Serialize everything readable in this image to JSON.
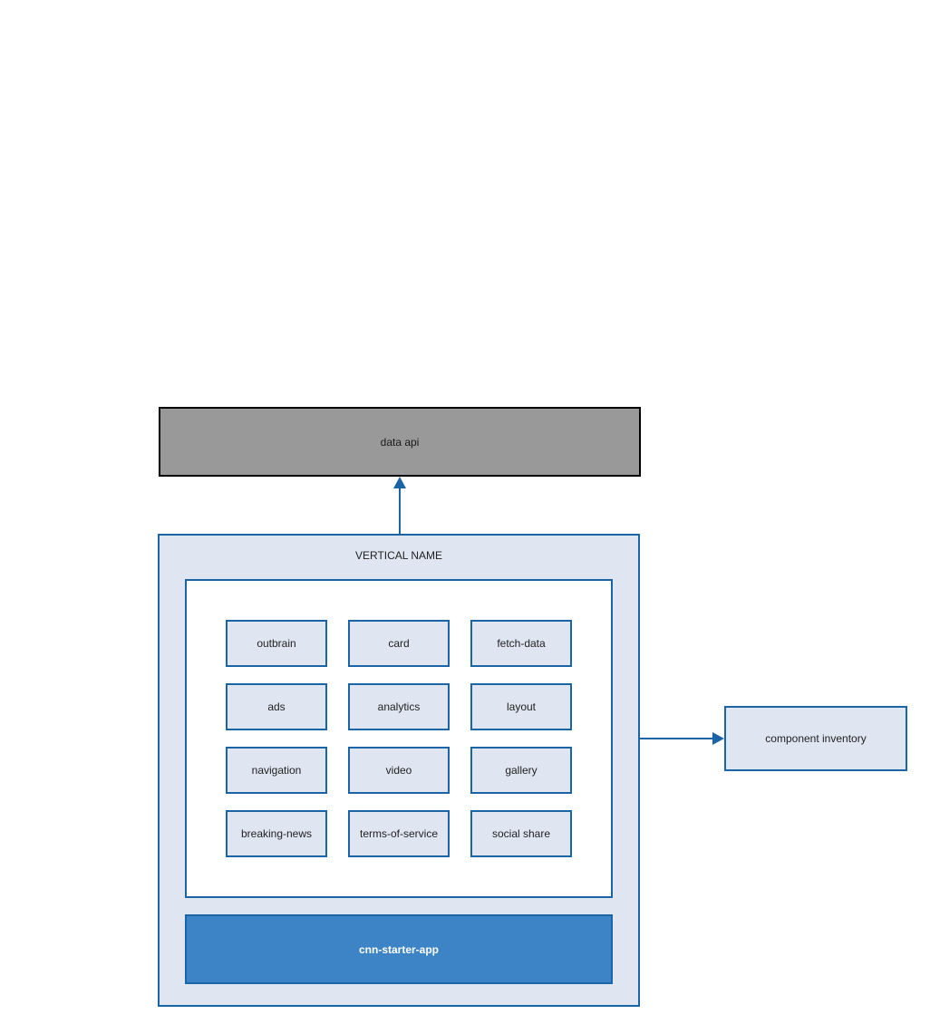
{
  "colors": {
    "connector": "#1b64a6",
    "api_fill": "#999999",
    "panel_fill": "#dfe6f1",
    "app_fill": "#3d84c6"
  },
  "data_api": {
    "label": "data api"
  },
  "vertical": {
    "title": "VERTICAL NAME",
    "components": [
      "outbrain",
      "card",
      "fetch-data",
      "ads",
      "analytics",
      "layout",
      "navigation",
      "video",
      "gallery",
      "breaking-news",
      "terms-of-service",
      "social share"
    ],
    "starter_app": "cnn-starter-app"
  },
  "component_inventory": {
    "label": "component inventory"
  }
}
